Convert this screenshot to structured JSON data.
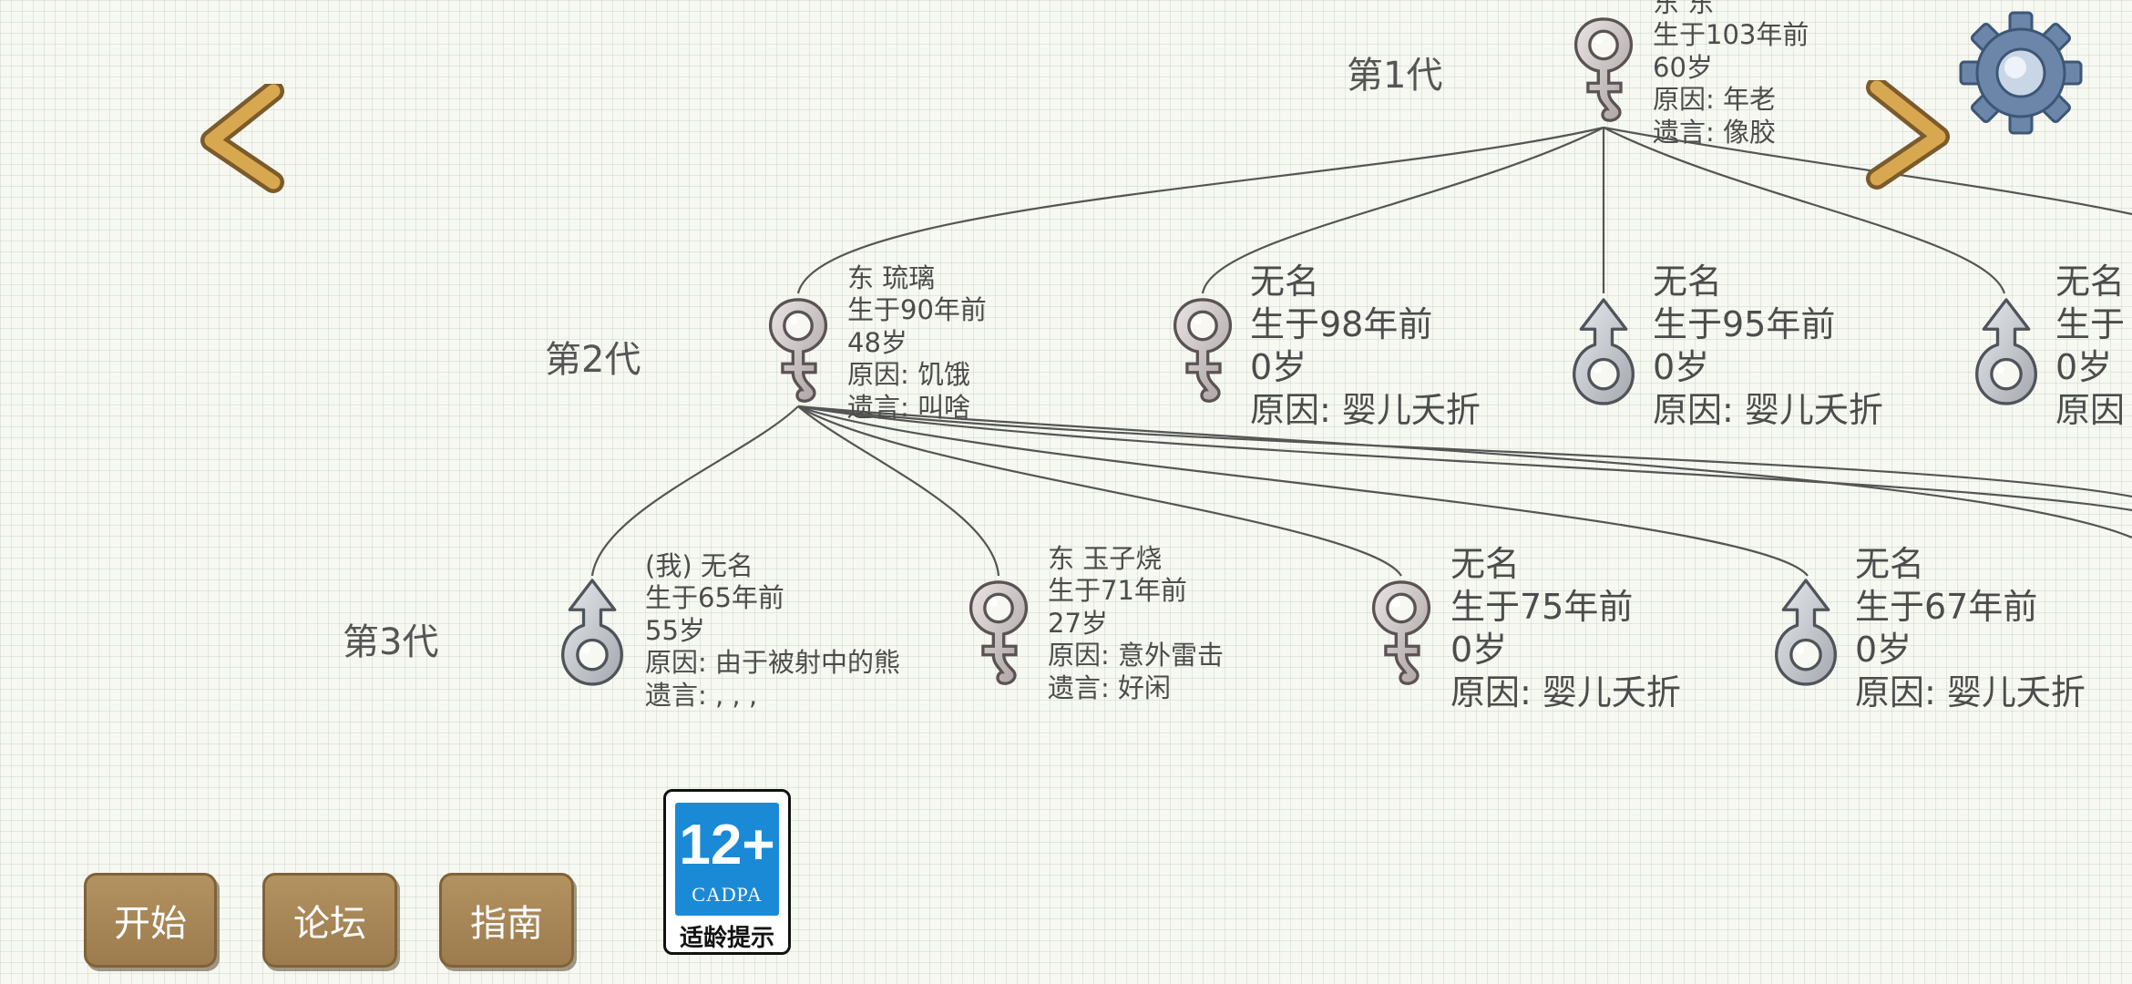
{
  "generations": [
    {
      "label": "第1代"
    },
    {
      "label": "第2代"
    },
    {
      "label": "第3代"
    }
  ],
  "members": [
    {
      "sex": "female",
      "lines": [
        "东 东",
        "生于103年前",
        "60岁",
        "原因: 年老",
        "遗言: 像胶"
      ]
    },
    {
      "sex": "female",
      "lines": [
        "东 琉璃",
        "生于90年前",
        "48岁",
        "原因: 饥饿",
        "遗言: 叫啥"
      ]
    },
    {
      "sex": "female",
      "lines": [
        "无名",
        "生于98年前",
        "0岁",
        "原因: 婴儿夭折"
      ]
    },
    {
      "sex": "male",
      "lines": [
        "无名",
        "生于95年前",
        "0岁",
        "原因: 婴儿夭折"
      ]
    },
    {
      "sex": "male",
      "lines": [
        "无名",
        "生于",
        "0岁",
        "原因"
      ]
    },
    {
      "sex": "male",
      "lines": [
        "(我) 无名",
        "生于65年前",
        "55岁",
        "原因: 由于被射中的熊",
        "遗言: , , ,"
      ]
    },
    {
      "sex": "female",
      "lines": [
        "东 玉子烧",
        "生于71年前",
        "27岁",
        "原因: 意外雷击",
        "遗言: 好闲"
      ]
    },
    {
      "sex": "female",
      "lines": [
        "无名",
        "生于75年前",
        "0岁",
        "原因: 婴儿夭折"
      ]
    },
    {
      "sex": "male",
      "lines": [
        "无名",
        "生于67年前",
        "0岁",
        "原因: 婴儿夭折"
      ]
    }
  ],
  "buttons": {
    "start": "开始",
    "forum": "论坛",
    "guide": "指南"
  },
  "badge": {
    "age": "12+",
    "org": "CADPA",
    "tip": "适龄提示"
  },
  "icons": {
    "prev": "chevron-left-icon",
    "next": "chevron-right-icon",
    "settings": "gear-icon",
    "female": "female-symbol-icon",
    "male": "male-symbol-icon"
  },
  "colors": {
    "arrow": "#d8a850",
    "button": "#a8885a",
    "badge_blue": "#1b8ad6"
  }
}
